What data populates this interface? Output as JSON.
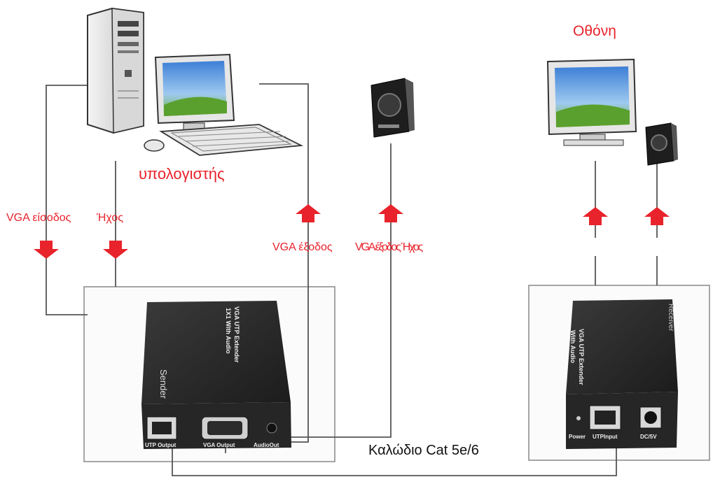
{
  "labels": {
    "monitor_title": "Οθόνη",
    "computer": "υπολογιστής",
    "vga_input": "VGA είσοδος",
    "audio": "Ήχος",
    "vga_output": "VGA έξοδος",
    "audio_out_overlap": "VGA έξοδος Ήχος",
    "cable": "Καλώδιο Cat 5e/6"
  },
  "sender": {
    "top_label_1": "VGA UTP Extender",
    "top_label_2": "1X1 With Audio",
    "side_label": "Sender",
    "port_utp": "UTP Output",
    "port_vga": "VGA Output",
    "port_audio": "AudioOut"
  },
  "receiver": {
    "top_label_1": "VGA UTP Extender",
    "top_label_2": "With Audio",
    "side_label": "Receiver",
    "port_power": "Power",
    "port_utp": "UTPInput",
    "port_dc": "DC/5V"
  },
  "colors": {
    "accent_red": "#e8232b",
    "device_body": "#2a2a2a",
    "line": "#555555"
  }
}
